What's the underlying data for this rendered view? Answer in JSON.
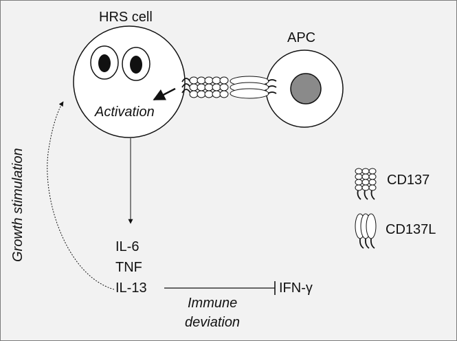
{
  "cells": {
    "hrs_label": "HRS cell",
    "apc_label": "APC"
  },
  "labels": {
    "activation": "Activation",
    "growth_stimulation": "Growth stimulation",
    "immune_deviation_line1": "Immune",
    "immune_deviation_line2": "deviation",
    "il6": "IL-6",
    "tnf": "TNF",
    "il13": "IL-13",
    "ifn": "IFN-γ"
  },
  "legend": {
    "cd137": "CD137",
    "cd137l": "CD137L"
  },
  "colors": {
    "background": "#f2f2f2",
    "stroke": "#111111",
    "nucleus_fill": "#111111",
    "apc_nucleus_fill": "#8a8a8a"
  }
}
